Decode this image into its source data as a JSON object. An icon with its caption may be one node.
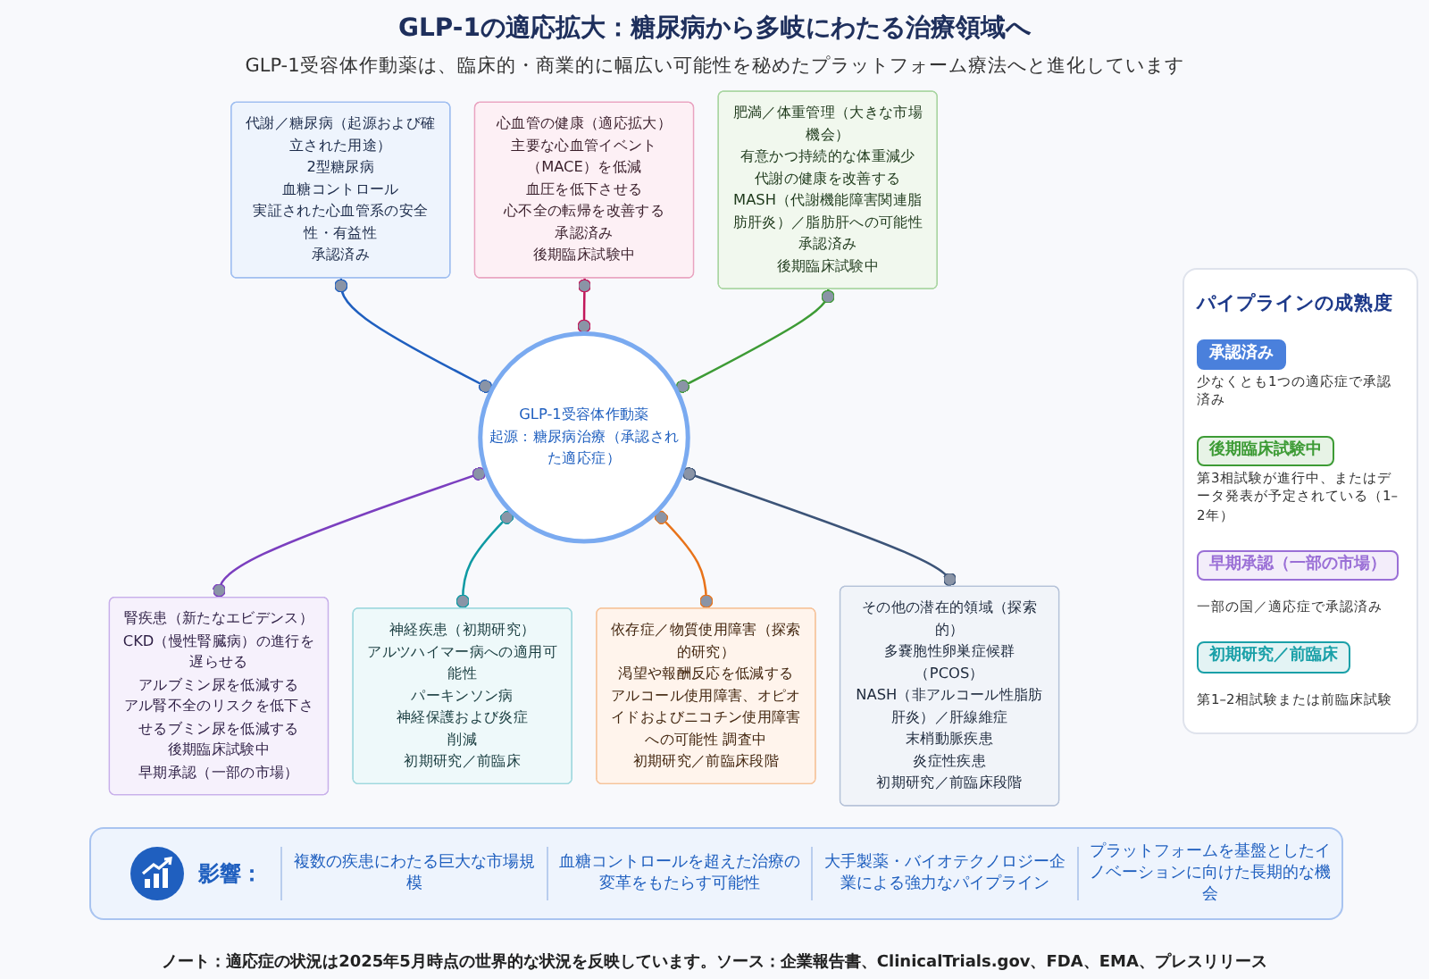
{
  "diagram": {
    "title": "GLP-1の適応拡大：糖尿病から多岐にわたる治療領域へ",
    "nodes": [
      {
        "text": [
          "代謝／糖尿病（起源および確立された用途）",
          "2型糖尿病",
          "血糖コントロール",
          "実証された心血管系の安全性・有益性",
          "承認済み"
        ]
      },
      {
        "text": [
          "心血管の健康（適応拡大）",
          "主要な心血管イベント（MACE）を低減",
          "血圧を低下させる",
          "心不全の転帰を改善する",
          "承認済み",
          "後期臨床試験中"
        ]
      },
      {
        "text": [
          "肥満／体重管理（大きな市場機会）",
          "有意かつ持続的な体重減少",
          "代謝の健康を改善する",
          "MASH（代謝機能障害関連脂肪肝炎）／脂肪肝への可能性",
          "承認済み",
          "後期臨床試験中"
        ]
      },
      {
        "text": [
          "GLP-1受容体作動薬",
          "起源：糖尿病治療（承認された適応症）"
        ]
      },
      {
        "text": [
          "腎疾患（新たなエビデンス）",
          "CKD（慢性腎臓病）の進行を遅らせる",
          "アルブミン尿を低減する",
          "アル腎不全のリスクを低下させるブミン尿を低減する",
          "後期臨床試験中",
          "早期承認（一部の市場）"
        ]
      },
      {
        "text": [
          "神経疾患（初期研究）",
          "アルツハイマー病への適用可能性",
          "パーキンソン病",
          "神経保護および炎症",
          "削減",
          "初期研究／前臨床"
        ]
      },
      {
        "text": [
          "依存症／物質使用障害（探索的研究）",
          "渇望や報酬反応を低減する",
          "アルコール使用障害、オピオイドおよびニコチン使用障害への可能性 調査中",
          "初期研究／前臨床段階"
        ]
      },
      {
        "text": [
          "その他の潜在的領域（探索的）",
          "多嚢胞性卵巣症候群（PCOS）",
          "NASH（非アルコール性脂肪肝炎）／肝線維症",
          "末梢動脈疾患",
          "炎症性疾患",
          "初期研究／前臨床段階"
        ]
      }
    ],
    "edges": [
      {
        "from": 0,
        "to": 3,
        "arrow": "other",
        "color": "#1f5fbf"
      },
      {
        "from": 1,
        "to": 3,
        "arrow": "other",
        "color": "#c2185b"
      },
      {
        "from": 2,
        "to": 3,
        "arrow": "other",
        "color": "#3d9b35"
      },
      {
        "from": 3,
        "to": 4,
        "arrow": "other",
        "color": "#7b3fbf"
      },
      {
        "from": 3,
        "to": 5,
        "arrow": "other",
        "color": "#0f9aa3"
      },
      {
        "from": 3,
        "to": 6,
        "arrow": "other",
        "color": "#e8731a"
      },
      {
        "from": 3,
        "to": 7,
        "arrow": "other",
        "color": "#3c5478"
      }
    ],
    "labels": [
      "GLP-1受容体作動薬は、臨床的・商業的に幅広い可能性を秘めたプラットフォーム療法へと進化しています",
      "パイプラインの成熟度",
      "少なくとも1つの適応症で承認済み",
      "第3相試験が進行中、またはデータ発表が予定されている（1–2年）",
      "一部の国／適応症で承認済み",
      "第1–2相試験または前臨床試験",
      "影響：",
      "複数の疾患にわたる巨大な市場規模",
      "血糖コントロールを超えた治療の変革をもたらす可能性",
      "大手製薬・バイオテクノロジー企業による強力なパイプライン",
      "プラットフォームを基盤としたイノベーションに向けた長期的な機会",
      "ノート：適応症の状況は2025年5月時点の世界的な状況を反映しています。ソース：企業報告書、ClinicalTrials.gov、FDA、EMA、プレスリリース"
    ],
    "legend": [
      {
        "text": "承認済み",
        "color": "#4a80dc"
      },
      {
        "text": "後期臨床試験中",
        "color": "#3d9b35"
      },
      {
        "text": "早期承認（一部の市場）",
        "color": "#9a6fd6"
      },
      {
        "text": "初期研究／前臨床",
        "color": "#1aa0a8"
      }
    ]
  }
}
